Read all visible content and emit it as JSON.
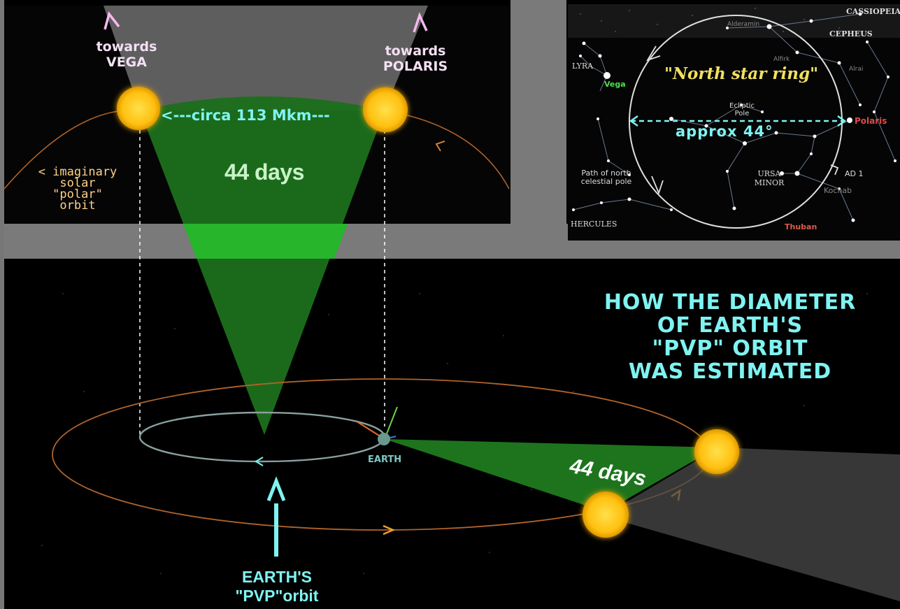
{
  "top_panel": {
    "vega_arrow_label": "towards\nVEGA",
    "polaris_arrow_label": "towards\nPOLARIS",
    "distance_label": "<---circa 113 Mkm---",
    "duration_label": "44 days",
    "orbit_label": "< imaginary\nsolar\n\"polar\"\norbit"
  },
  "star_map": {
    "title": "\"North star ring\"",
    "angle_label": "approx 44°",
    "constellations": {
      "cassiopeia": "CASSIOPEIA",
      "cepheus": "CEPHEUS",
      "lyra": "LYRA",
      "ursa_minor": "URSA\nMINOR",
      "hercules": "HERCULES"
    },
    "stars": {
      "vega": "Vega",
      "polaris": "Polaris",
      "thuban": "Thuban",
      "kochab": "Kochab",
      "alderamin": "Alderamin",
      "alfirk": "Alfirk",
      "alrai": "Alrai"
    },
    "notes": {
      "ecliptic_pole": "Ecliptic\nPole",
      "path_note": "Path of north\ncelestial pole",
      "ad1": "AD 1"
    }
  },
  "bottom_panel": {
    "heading": "HOW THE DIAMETER\nOF EARTH'S\n\"PVP\" ORBIT\nWAS ESTIMATED",
    "earth_label": "EARTH",
    "duration_label": "44 days",
    "orbit_pointer_label": "EARTH'S\n\"PVP\"orbit"
  },
  "colors": {
    "sun": "#ffc91a",
    "cone_green": "#1f8a1f",
    "band_gray": "#7a7a7a",
    "orbit_orange": "#b0632a",
    "label_cyan": "#7ff3f1",
    "label_pink": "#f7b8f0"
  }
}
